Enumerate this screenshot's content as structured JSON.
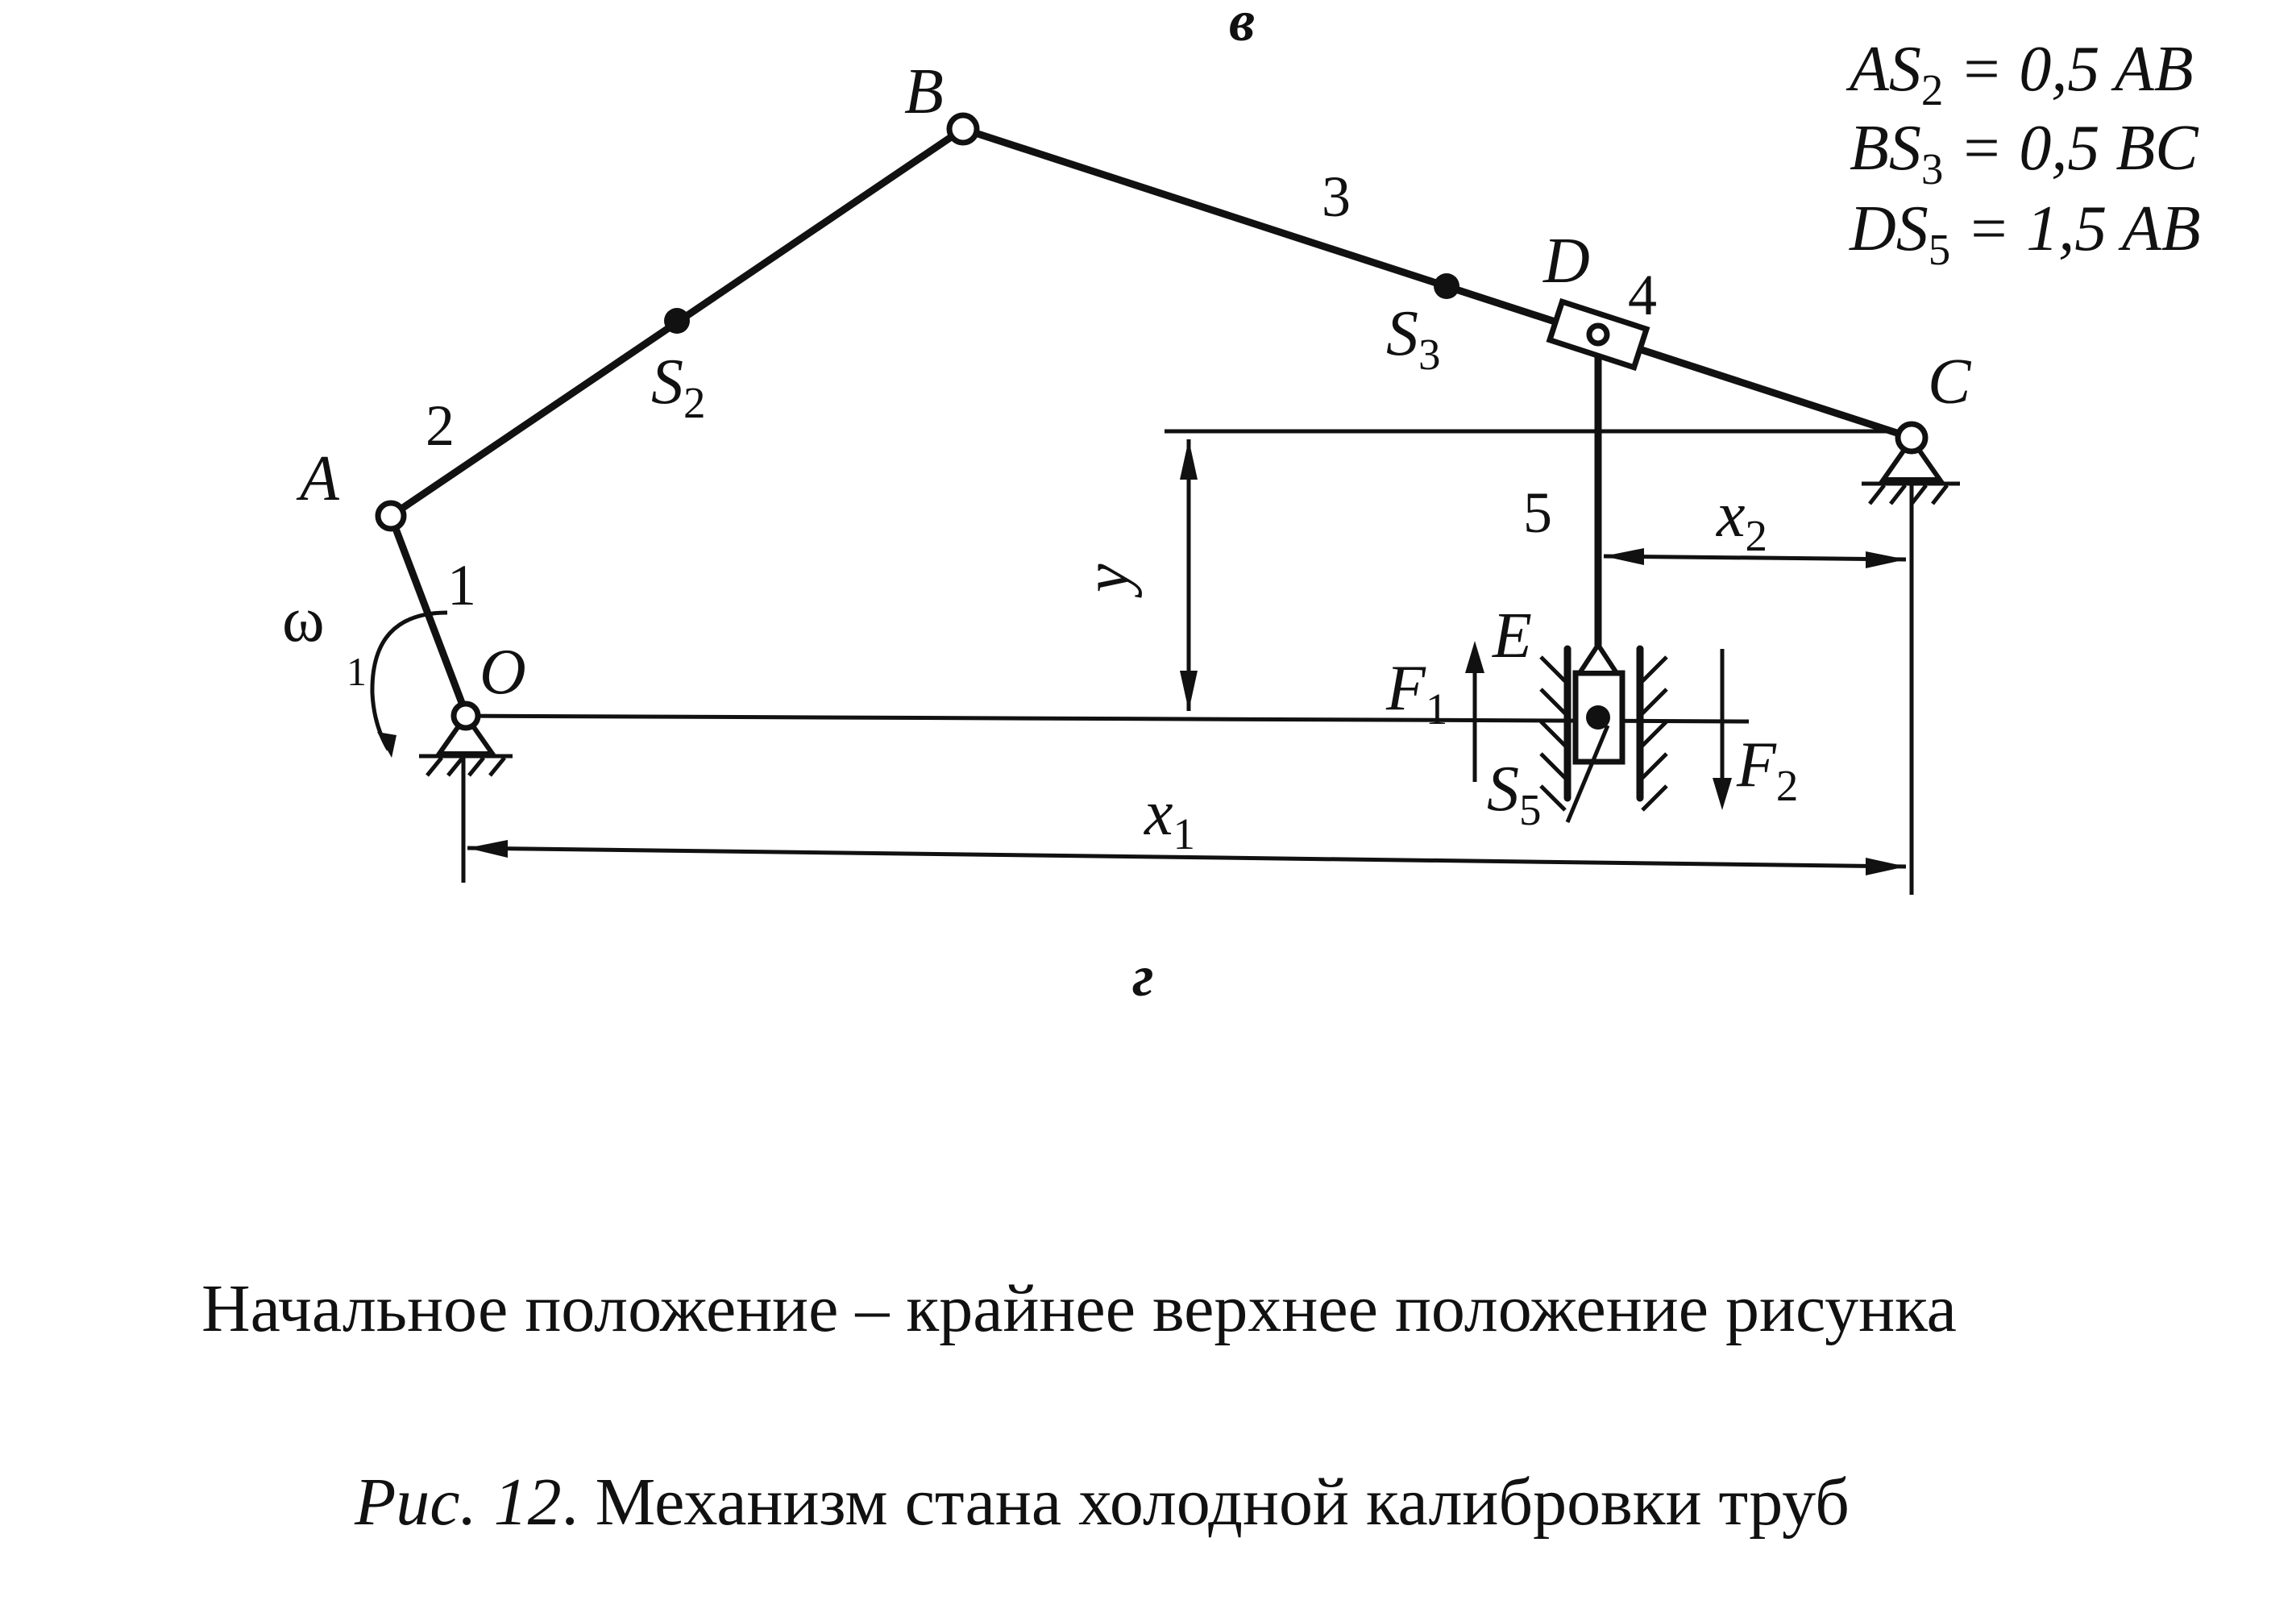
{
  "panel_labels": {
    "top": "в",
    "bottom": "г"
  },
  "points": {
    "O": "O",
    "A": "A",
    "B": "B",
    "C": "C",
    "D": "D",
    "E": "E",
    "S2": "S",
    "S2_sub": "2",
    "S3": "S",
    "S3_sub": "3",
    "S5": "S",
    "S5_sub": "5"
  },
  "links": {
    "l1": "1",
    "l2": "2",
    "l3": "3",
    "l4": "4",
    "l5": "5"
  },
  "omega": {
    "symbol": "ω",
    "sub": "1"
  },
  "forces": {
    "F1": "F",
    "F1_sub": "1",
    "F2": "F",
    "F2_sub": "2"
  },
  "dimensions": {
    "x1": "x",
    "x1_sub": "1",
    "x2": "x",
    "x2_sub": "2",
    "y": "y"
  },
  "ratios": [
    {
      "lhs": "AS",
      "sub": "2",
      "rhs": " = 0,5 AB"
    },
    {
      "lhs": "BS",
      "sub": "3",
      "rhs": " = 0,5 BC"
    },
    {
      "lhs": "DS",
      "sub": "5",
      "rhs": " = 1,5 AB"
    }
  ],
  "note": "Начальное положение – крайнее верхнее положение рисунка",
  "caption": {
    "prefix": "Рис. 12",
    "text": ". Механизм стана холодной калибровки труб"
  }
}
